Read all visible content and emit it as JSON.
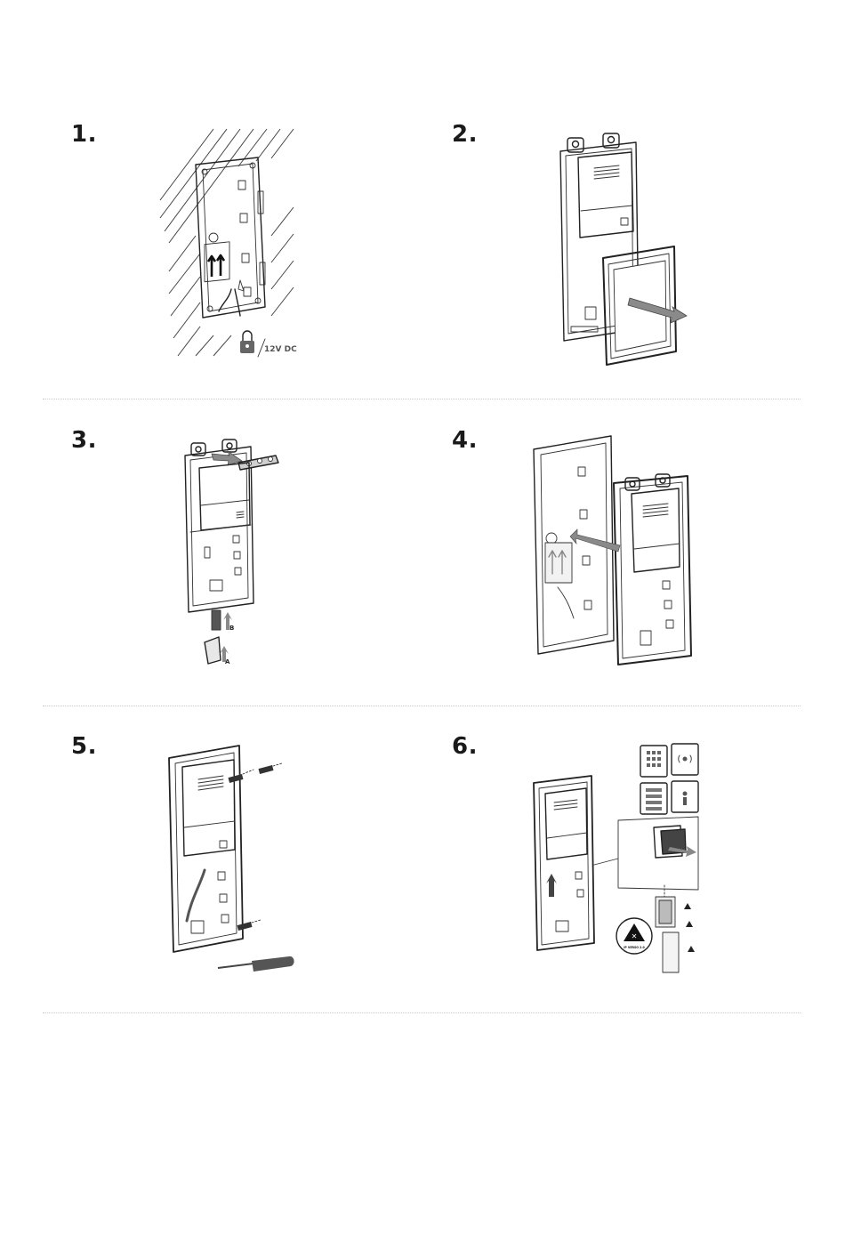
{
  "steps": [
    {
      "number": "1.",
      "label": "12V DC"
    },
    {
      "number": "2."
    },
    {
      "number": "3.",
      "label_a": "A",
      "label_b": "B"
    },
    {
      "number": "4."
    },
    {
      "number": "5."
    },
    {
      "number": "6.",
      "badge_text": "IP VERSO 2.0"
    }
  ],
  "icons": [
    "lock-icon",
    "arrow-icon",
    "screwdriver-icon",
    "screw-icon",
    "keypad-module-icon",
    "rfid-module-icon",
    "buttons-module-icon",
    "info-module-icon",
    "warning-icon"
  ]
}
